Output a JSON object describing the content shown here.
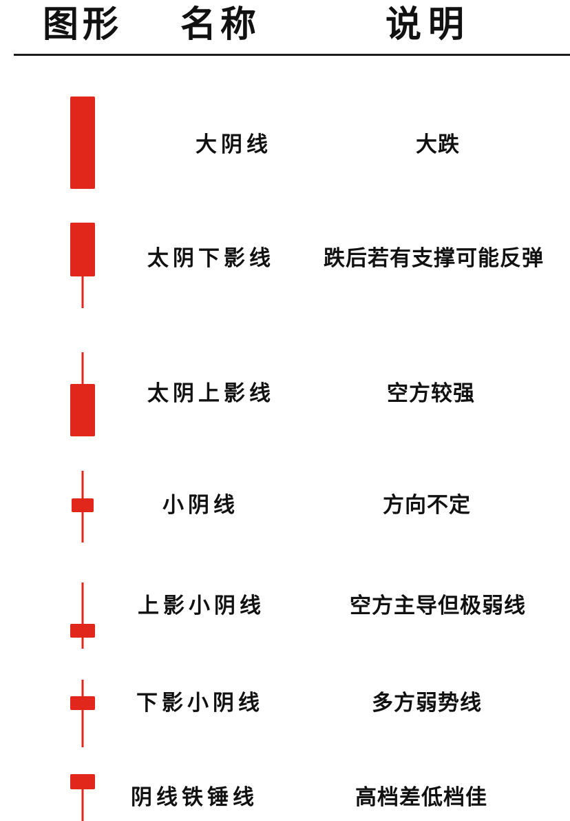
{
  "header": {
    "figure": "图形",
    "name": "名称",
    "description": "说明"
  },
  "colors": {
    "candle": "#e1261c",
    "text": "#111111",
    "rule": "#1a1a1a"
  },
  "rows": [
    {
      "name": "大阴线",
      "description": "大跌",
      "shape": "long-bearish-no-shadow"
    },
    {
      "name": "太阴下影线",
      "description": "跌后若有支撑可能反弹",
      "shape": "bearish-lower-shadow"
    },
    {
      "name": "太阴上影线",
      "description": "空方较强",
      "shape": "bearish-upper-shadow"
    },
    {
      "name": "小阴线",
      "description": "方向不定",
      "shape": "small-bearish-both-shadows"
    },
    {
      "name": "上影小阴线",
      "description": "空方主导但极弱线",
      "shape": "small-bearish-long-upper"
    },
    {
      "name": "下影小阴线",
      "description": "多方弱势线",
      "shape": "small-bearish-long-lower"
    },
    {
      "name": "阴线铁锤线",
      "description": "高档差低档佳",
      "shape": "bearish-hammer"
    }
  ]
}
